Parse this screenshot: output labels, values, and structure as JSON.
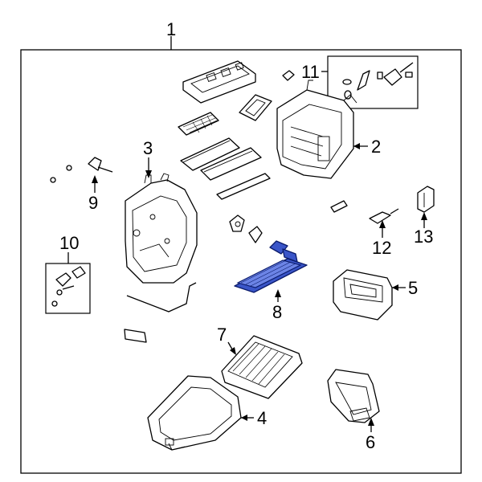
{
  "callouts": {
    "c1": "1",
    "c2": "2",
    "c3": "3",
    "c4": "4",
    "c5": "5",
    "c6": "6",
    "c7": "7",
    "c8": "8",
    "c9": "9",
    "c10": "10",
    "c11": "11",
    "c12": "12",
    "c13": "13"
  },
  "colors": {
    "highlight": "#3a55c8",
    "outline": "#000000",
    "background": "#ffffff"
  }
}
